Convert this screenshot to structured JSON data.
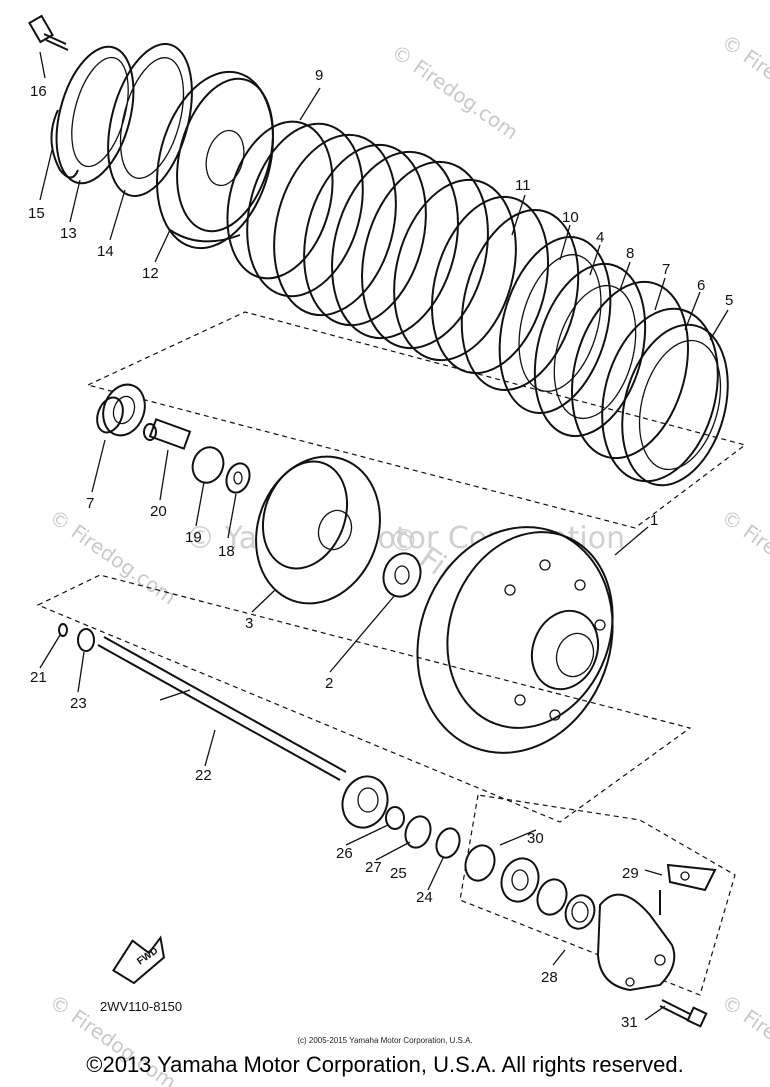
{
  "watermarks": {
    "site": "© Firedog.com",
    "brand": "© Yamaha Motor Corporation"
  },
  "callouts": [
    "16",
    "15",
    "13",
    "14",
    "12",
    "9",
    "11",
    "10",
    "4",
    "8",
    "7",
    "6",
    "5",
    "7",
    "20",
    "19",
    "18",
    "3",
    "2",
    "1",
    "21",
    "23",
    "22",
    "26",
    "27",
    "25",
    "24",
    "30",
    "29",
    "28",
    "31"
  ],
  "fwd_label": "FWD",
  "diagram_code": "2WV110-8150",
  "small_copyright": "(c) 2005-2015 Yamaha Motor Corporation, U.S.A.",
  "footer_copyright": "©2013 Yamaha Motor Corporation, U.S.A. All rights reserved."
}
